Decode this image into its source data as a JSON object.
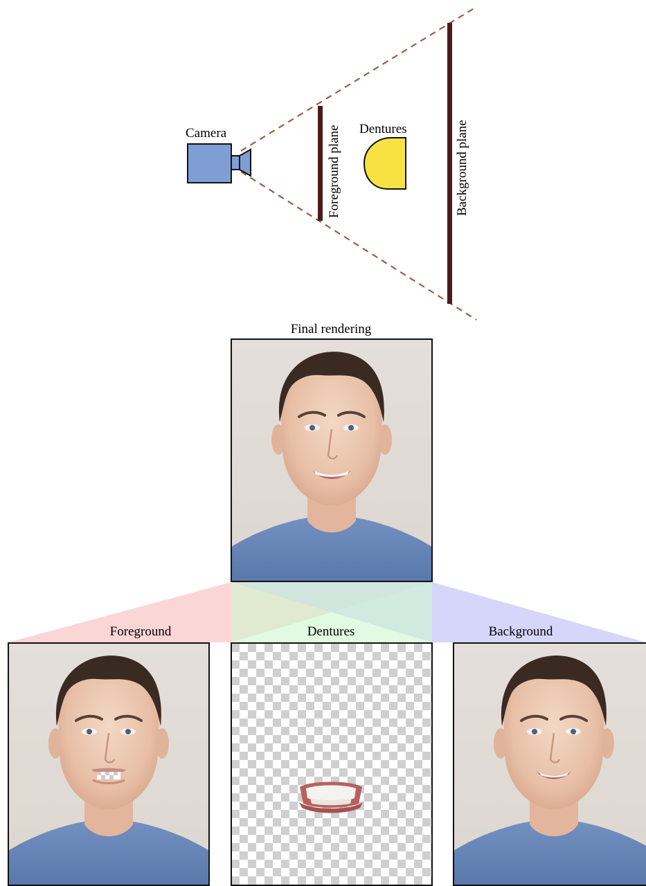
{
  "diagram": {
    "labels": {
      "camera": "Camera",
      "foreground_plane": "Foreground plane",
      "dentures": "Dentures",
      "background_plane": "Background plane"
    },
    "colors": {
      "camera_fill": "#7f9fd4",
      "dentures_fill": "#f7e241",
      "plane_color": "#4d1a1a",
      "frustum_line": "#9b5c43"
    }
  },
  "panels": {
    "final": {
      "title": "Final rendering",
      "image": "face-photo-full"
    },
    "foreground": {
      "title": "Foreground",
      "image": "face-photo-teeth-removed"
    },
    "dentures": {
      "title": "Dentures",
      "image": "denture-model-transparent"
    },
    "background": {
      "title": "Background",
      "image": "face-photo-background"
    }
  },
  "overlay_colors": {
    "foreground": "#f7b8b8",
    "dentures": "#bff5c0",
    "background": "#b8b8f5"
  }
}
